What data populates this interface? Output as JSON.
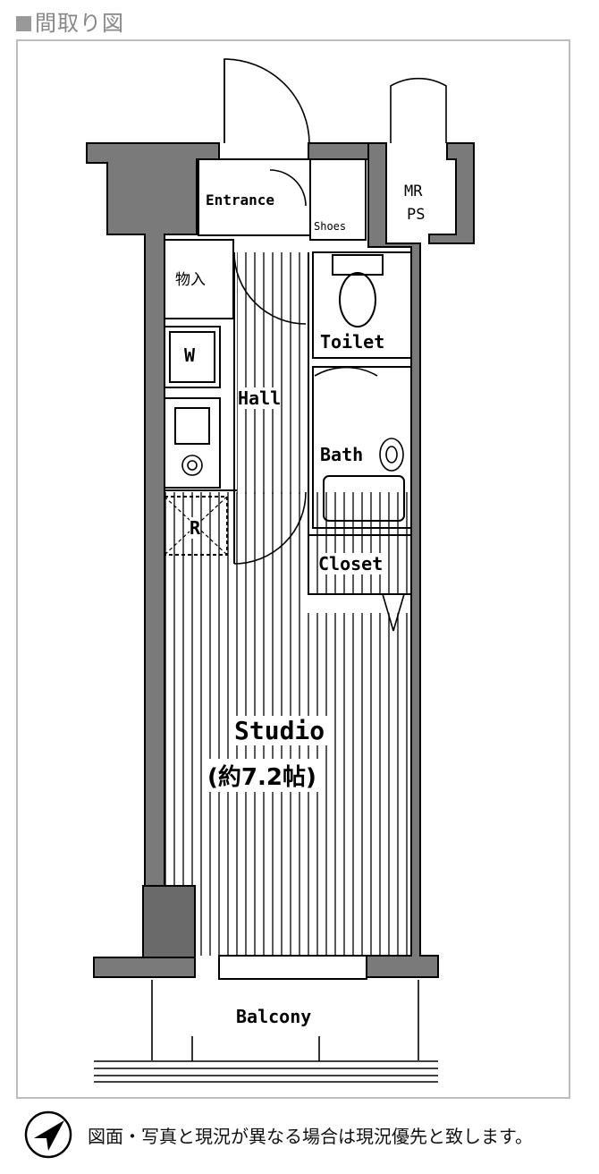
{
  "header": {
    "title": "間取り図"
  },
  "rooms": {
    "entrance": "Entrance",
    "shoes": "Shoes",
    "mr": "MR",
    "ps": "PS",
    "storage": "物入",
    "washer": "W",
    "toilet": "Toilet",
    "hall": "Hall",
    "bath": "Bath",
    "fridge": "R",
    "closet": "Closet",
    "studio": "Studio",
    "studio_size": "(約7.2帖)",
    "balcony": "Balcony"
  },
  "footer": {
    "compass_icon": "north-arrow-icon",
    "note": "図面・写真と現況が異なる場合は現況優先と致します。"
  }
}
